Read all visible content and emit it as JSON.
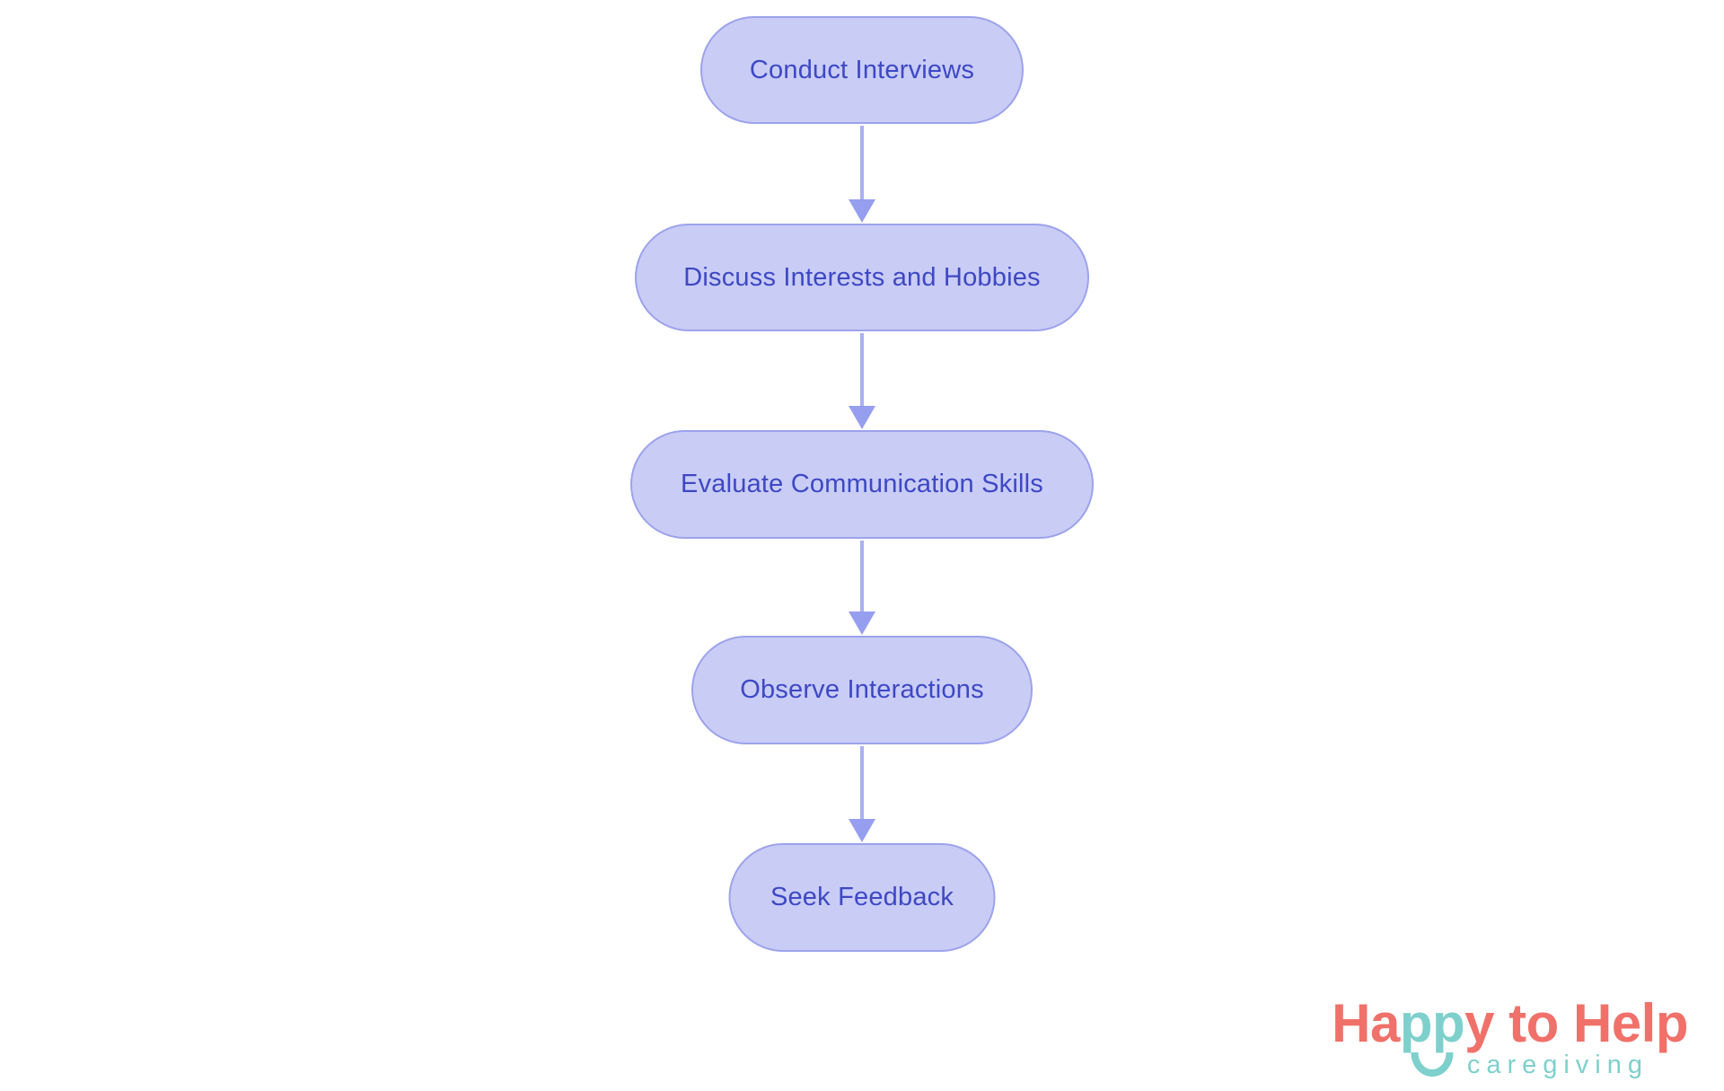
{
  "flowchart": {
    "nodes": [
      {
        "id": "conduct-interviews",
        "label": "Conduct Interviews"
      },
      {
        "id": "discuss-interests-and-hobbies",
        "label": "Discuss Interests and Hobbies"
      },
      {
        "id": "evaluate-communication-skills",
        "label": "Evaluate Communication Skills"
      },
      {
        "id": "observe-interactions",
        "label": "Observe Interactions"
      },
      {
        "id": "seek-feedback",
        "label": "Seek Feedback"
      }
    ],
    "edges": [
      {
        "from": "conduct-interviews",
        "to": "discuss-interests-and-hobbies"
      },
      {
        "from": "discuss-interests-and-hobbies",
        "to": "evaluate-communication-skills"
      },
      {
        "from": "evaluate-communication-skills",
        "to": "observe-interactions"
      },
      {
        "from": "observe-interactions",
        "to": "seek-feedback"
      }
    ],
    "colors": {
      "node_fill": "#C9CCF5",
      "node_border": "#9CA3EC",
      "node_text": "#3D48C5",
      "arrow_line": "#AAB0F2",
      "arrow_head": "#969EF0"
    }
  },
  "logo": {
    "wordmark_part1": "Ha",
    "wordmark_part2": "pp",
    "wordmark_part3": "y to Help",
    "tagline": "caregiving",
    "colors": {
      "coral": "#F0716A",
      "teal": "#7ED0CC"
    }
  },
  "background_color": "#FFFFFF"
}
